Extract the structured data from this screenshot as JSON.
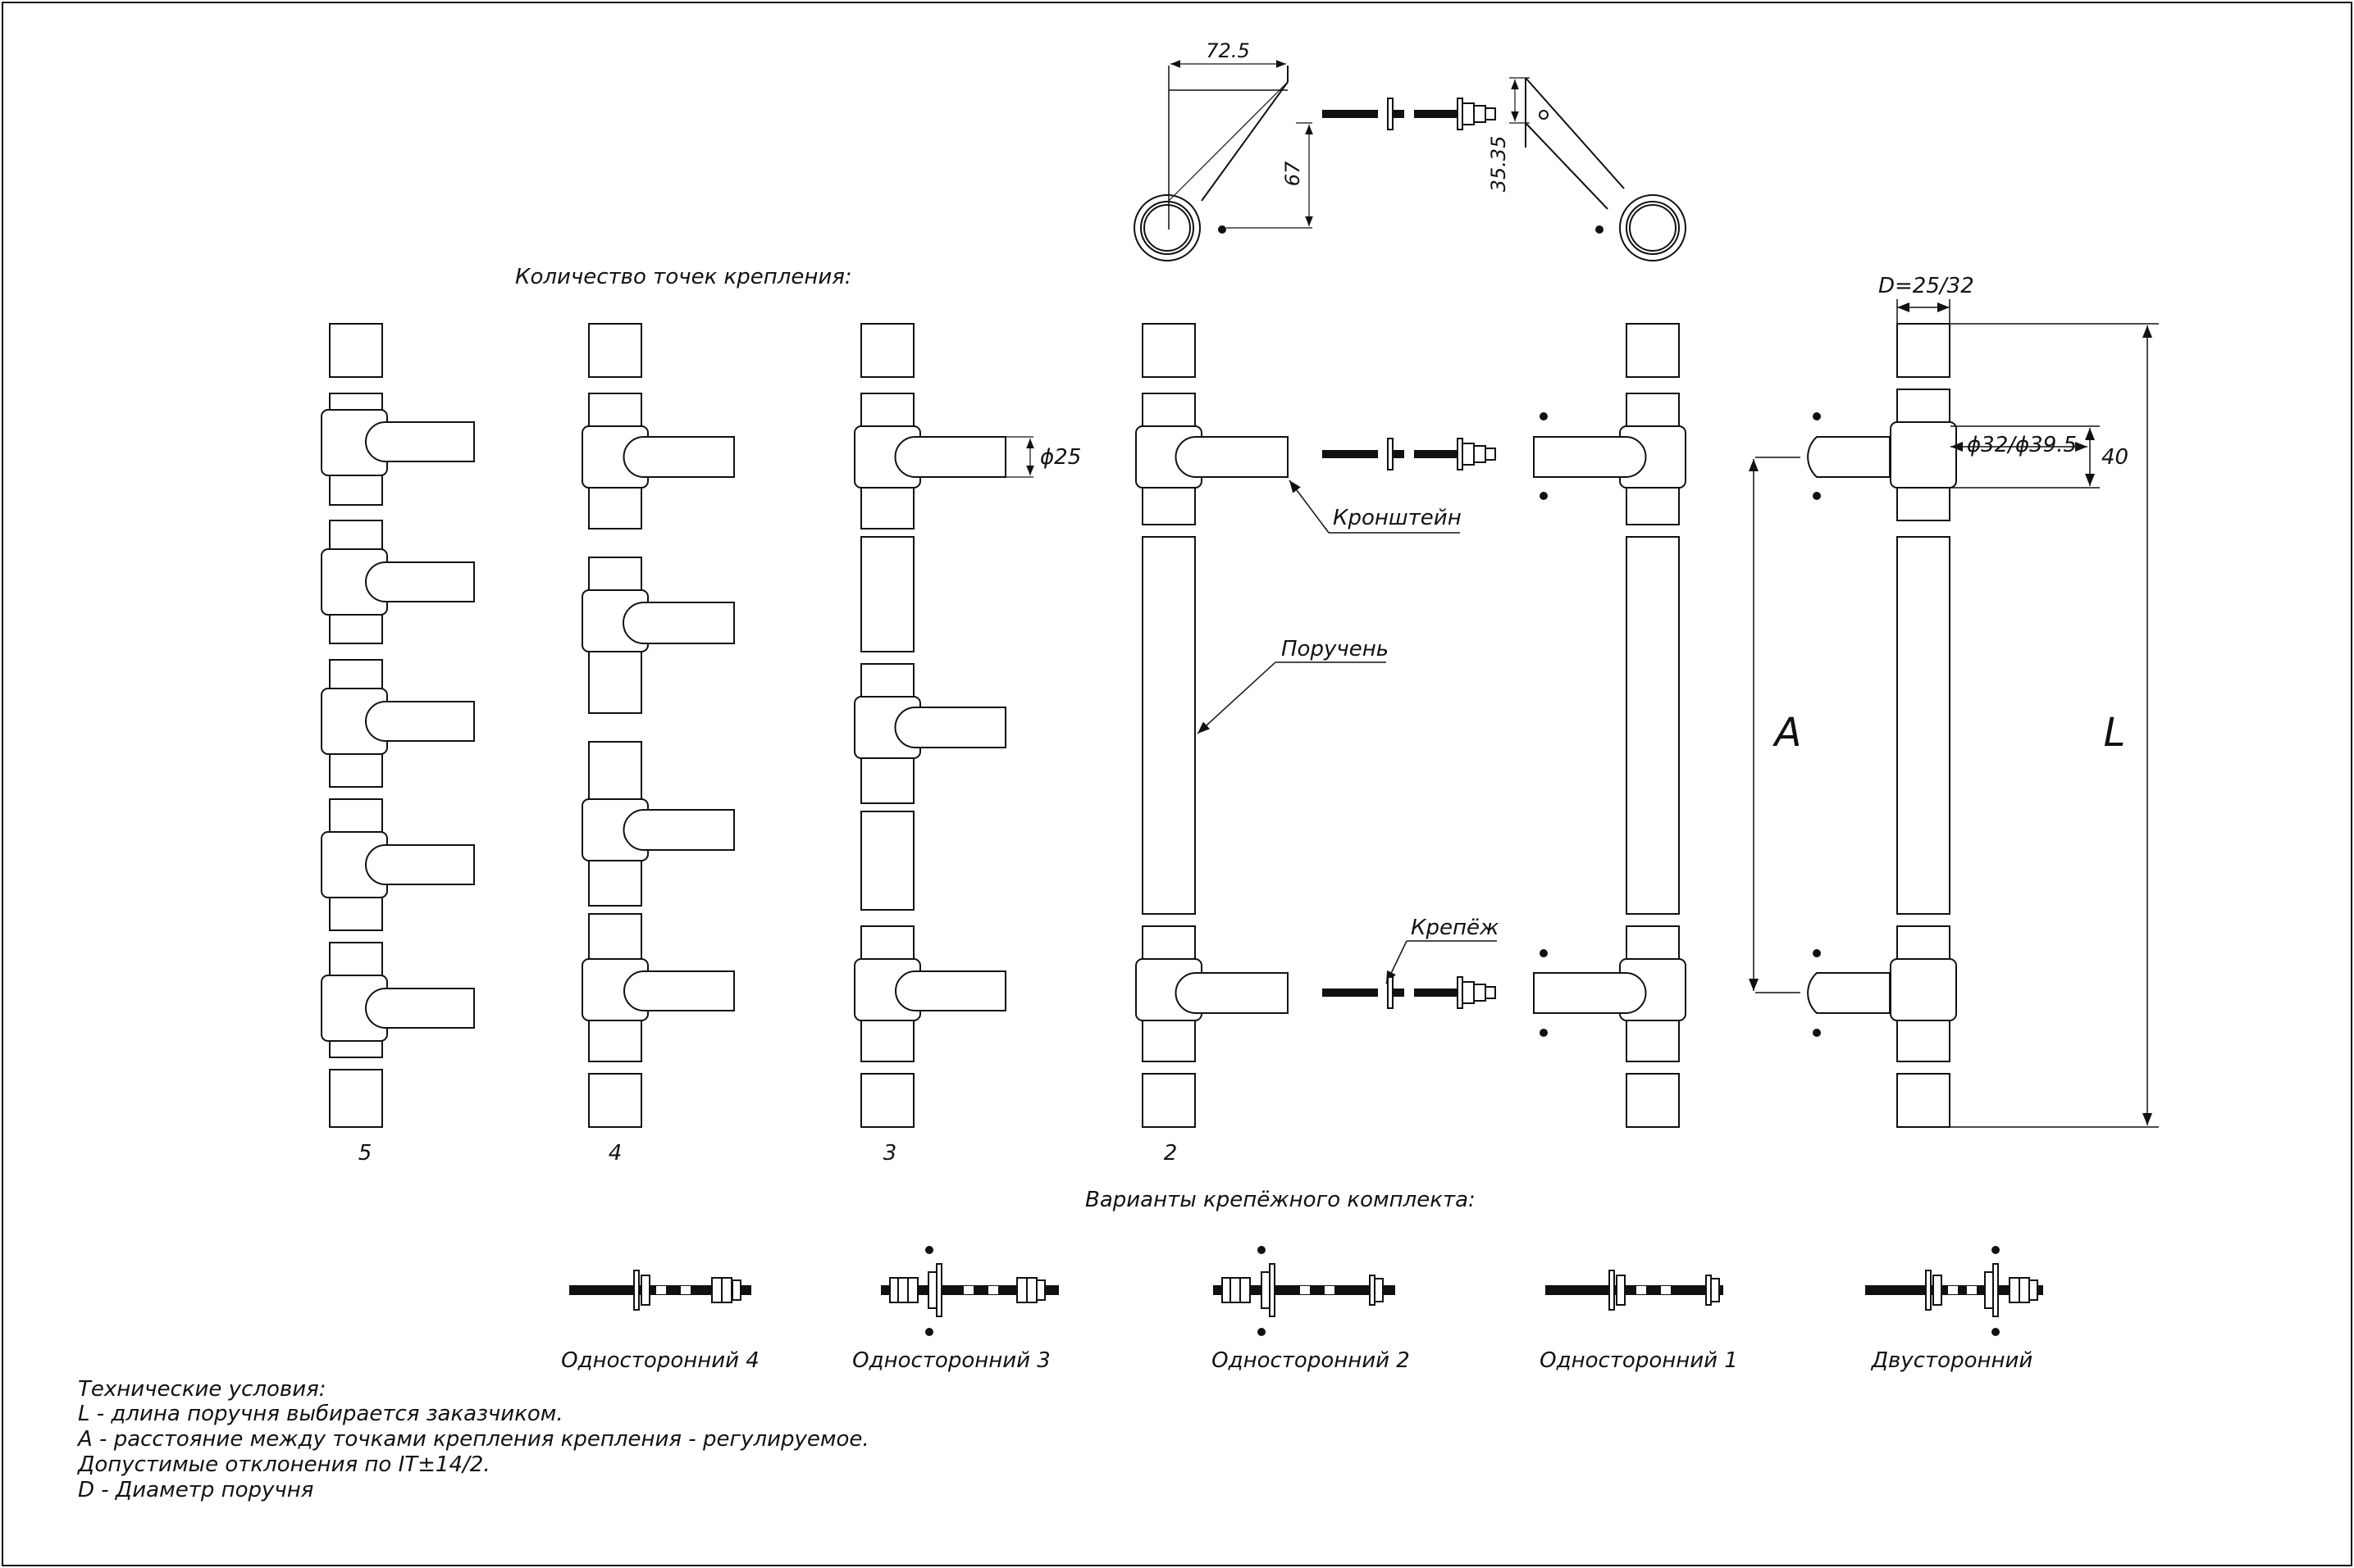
{
  "headings": {
    "mount_points": "Количество точек крепления:",
    "kit_variants": "Варианты крепёжного комплекта:"
  },
  "dims": {
    "w725": "72.5",
    "h67": "67",
    "h3535": "35.35",
    "d25": "ϕ25",
    "D": "D=25/32",
    "dia": "ϕ32/ϕ39.5",
    "h40": "40",
    "A": "A",
    "L": "L"
  },
  "callouts": {
    "bracket": "Кронштейн",
    "handrail": "Поручень",
    "fastener": "Крепёж"
  },
  "variant_numbers": [
    "5",
    "4",
    "3",
    "2"
  ],
  "kits": [
    "Односторонний 4",
    "Односторонний 3",
    "Односторонний 2",
    "Односторонний 1",
    "Двусторонний"
  ],
  "tech": [
    "Технические условия:",
    "L - длина поручня выбирается заказчиком.",
    "A - расстояние между точками крепления крепления - регулируемое.",
    "Допустимые отклонения по IT±14/2.",
    "D - Диаметр поручня"
  ]
}
